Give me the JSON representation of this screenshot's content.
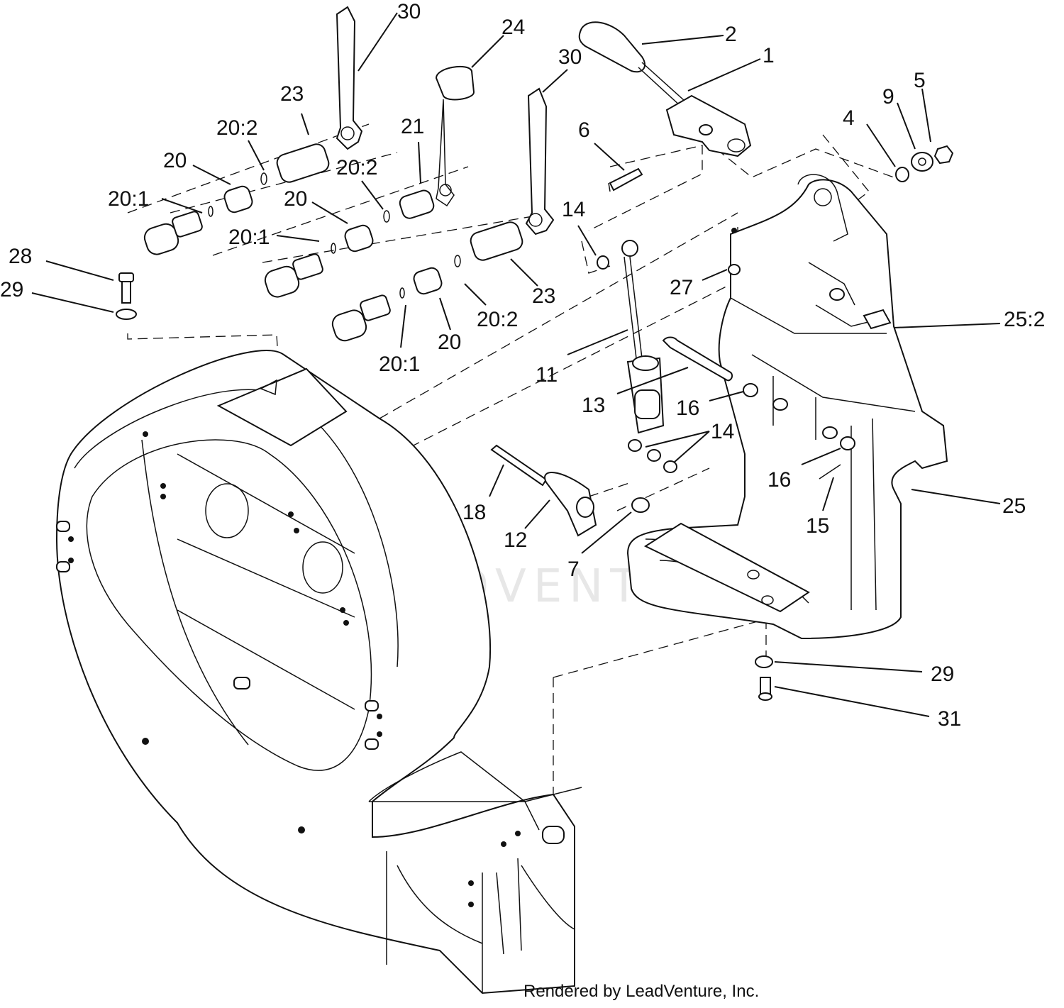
{
  "watermark": "LEADVENTURE",
  "credit": "Rendered by LeadVenture, Inc.",
  "callouts": [
    {
      "id": "c-30a",
      "text": "30"
    },
    {
      "id": "c-24",
      "text": "24"
    },
    {
      "id": "c-2",
      "text": "2"
    },
    {
      "id": "c-30b",
      "text": "30"
    },
    {
      "id": "c-1",
      "text": "1"
    },
    {
      "id": "c-5",
      "text": "5"
    },
    {
      "id": "c-9",
      "text": "9"
    },
    {
      "id": "c-4",
      "text": "4"
    },
    {
      "id": "c-23a",
      "text": "23"
    },
    {
      "id": "c-20-2a",
      "text": "20:2"
    },
    {
      "id": "c-21",
      "text": "21"
    },
    {
      "id": "c-6",
      "text": "6"
    },
    {
      "id": "c-20a",
      "text": "20"
    },
    {
      "id": "c-20-2b",
      "text": "20:2"
    },
    {
      "id": "c-20-1a",
      "text": "20:1"
    },
    {
      "id": "c-20b",
      "text": "20"
    },
    {
      "id": "c-14a",
      "text": "14"
    },
    {
      "id": "c-20-1b",
      "text": "20:1"
    },
    {
      "id": "c-28",
      "text": "28"
    },
    {
      "id": "c-29a",
      "text": "29"
    },
    {
      "id": "c-27",
      "text": "27"
    },
    {
      "id": "c-23b",
      "text": "23"
    },
    {
      "id": "c-25-2",
      "text": "25:2"
    },
    {
      "id": "c-20-2c",
      "text": "20:2"
    },
    {
      "id": "c-20c",
      "text": "20"
    },
    {
      "id": "c-20-1c",
      "text": "20:1"
    },
    {
      "id": "c-11",
      "text": "11"
    },
    {
      "id": "c-13",
      "text": "13"
    },
    {
      "id": "c-16a",
      "text": "16"
    },
    {
      "id": "c-14b",
      "text": "14"
    },
    {
      "id": "c-16b",
      "text": "16"
    },
    {
      "id": "c-25",
      "text": "25"
    },
    {
      "id": "c-18",
      "text": "18"
    },
    {
      "id": "c-15",
      "text": "15"
    },
    {
      "id": "c-12",
      "text": "12"
    },
    {
      "id": "c-7",
      "text": "7"
    },
    {
      "id": "c-29b",
      "text": "29"
    },
    {
      "id": "c-31",
      "text": "31"
    }
  ]
}
